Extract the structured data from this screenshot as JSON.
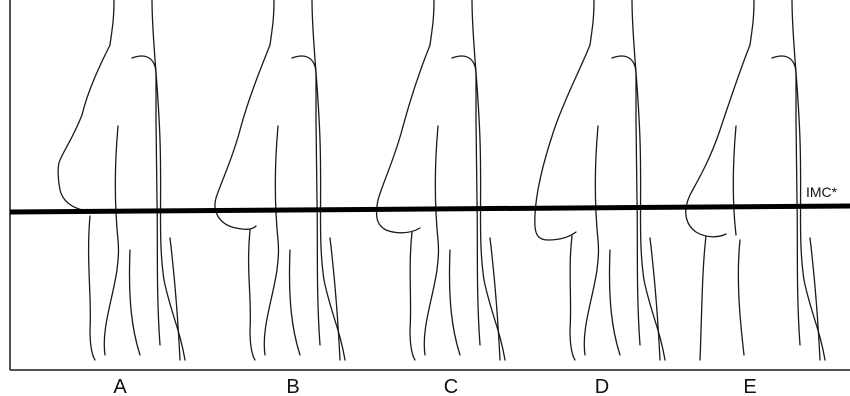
{
  "figure": {
    "reference_line_label": "IMC*",
    "panels": [
      {
        "label": "A"
      },
      {
        "label": "B"
      },
      {
        "label": "C"
      },
      {
        "label": "D"
      },
      {
        "label": "E"
      }
    ]
  }
}
